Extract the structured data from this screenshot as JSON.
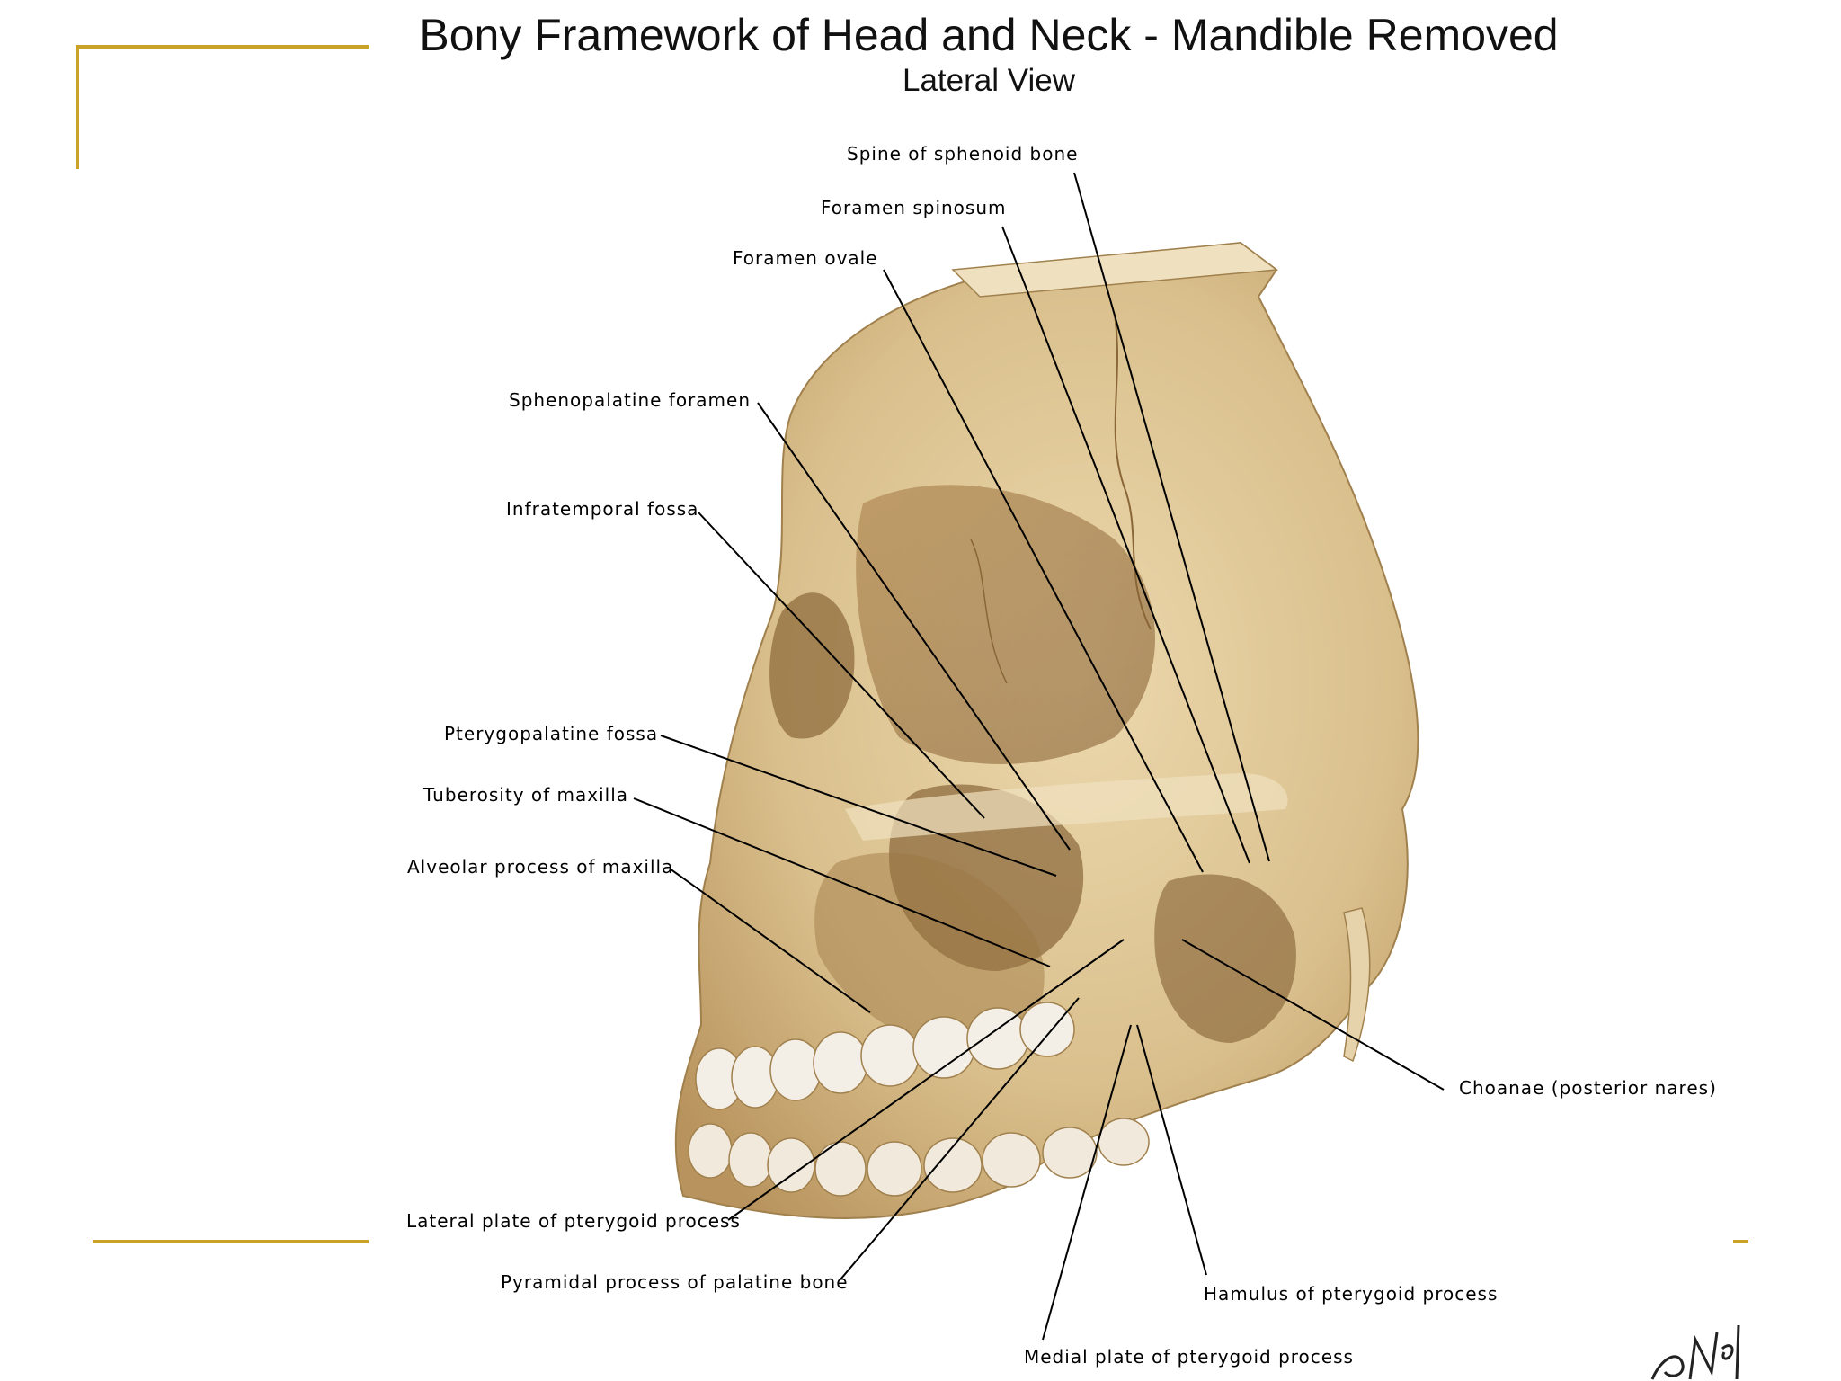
{
  "header": {
    "title": "Bony Framework of Head and Neck - Mandible Removed",
    "subtitle": "Lateral View"
  },
  "figure": {
    "image_semantic": "skull-lateral-view-illustration",
    "colors": {
      "bone": "#d9bf8c",
      "bone_light": "#efe1bf",
      "bone_shadow": "#a67b45",
      "tooth": "#f4efe6",
      "accent": "#c9a227"
    },
    "labels": [
      "Spine of sphenoid bone",
      "Foramen spinosum",
      "Foramen ovale",
      "Sphenopalatine foramen",
      "Infratemporal fossa",
      "Pterygopalatine fossa",
      "Tuberosity of maxilla",
      "Alveolar process of maxilla",
      "Choanae (posterior nares)",
      "Lateral plate of pterygoid process",
      "Pyramidal process of palatine bone",
      "Hamulus of pterygoid process",
      "Medial plate of pterygoid process"
    ]
  }
}
